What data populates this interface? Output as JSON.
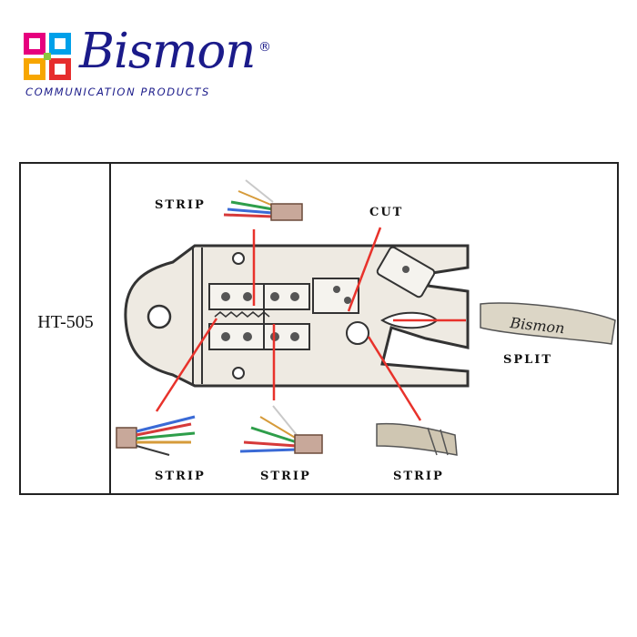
{
  "brand": {
    "name": "Bismon",
    "registered": "®",
    "tagline": "COMMUNICATION PRODUCTS",
    "colors": [
      "#e6007e",
      "#f7a600",
      "#00a0e9",
      "#e62d2d",
      "#8cc63f",
      "#1b1b8a"
    ]
  },
  "diagram": {
    "model": "HT-505",
    "labels": {
      "strip_top": "STRIP",
      "cut": "CUT",
      "split": "SPLIT",
      "strip_bottom_left": "STRIP",
      "strip_bottom_mid": "STRIP",
      "strip_bottom_right": "STRIP"
    },
    "cable_marking": "Bismon",
    "pointer_color": "#e8322b"
  }
}
